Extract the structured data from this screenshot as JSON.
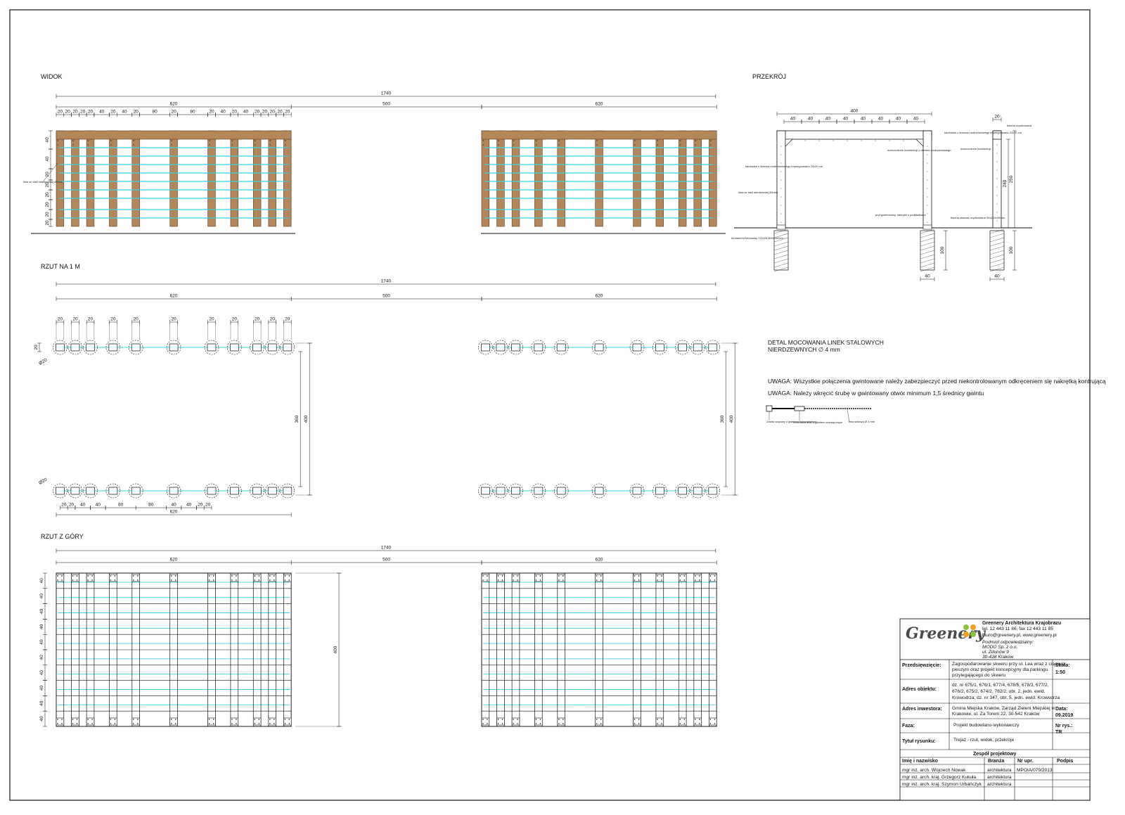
{
  "sections": {
    "widok": "WIDOK",
    "przekroj": "PRZEKRÓJ",
    "rzut1m": "RZUT NA 1 M",
    "rzutgora": "RZUT Z GÓRY",
    "detal_line1": "DETAL MOCOWANIA LINEK STALOWYCH",
    "detal_line2": "NIERDZEWNYCH ∅ 4 mm"
  },
  "notes": {
    "uwaga1": "UWAGA: Wszystkie połączenia gwintowane należy zabezpieczyć przed niekontrolowanym odkręceniem się nakrętką kontrującą",
    "uwaga2": "UWAGA: Należy wkręcić śrubę w gwintowany otwór minimum 1,5 średnicy gwintu"
  },
  "dims": {
    "total": "1740",
    "left": "620",
    "gap": "500",
    "right": "620",
    "top_segments": [
      "20",
      "20",
      "20",
      "20",
      "20",
      "40",
      "20",
      "40",
      "20",
      "80",
      "20",
      "80",
      "20",
      "40",
      "20",
      "40",
      "20",
      "20",
      "20",
      "20",
      "20"
    ],
    "plan_top_labels": [
      "20",
      "20",
      "20",
      "20",
      "20",
      "20",
      "20",
      "20",
      "20",
      "20",
      "20"
    ],
    "plan_bottom_segments": [
      "20",
      "20",
      "40",
      "40",
      "80",
      "80",
      "40",
      "40",
      "20",
      "20"
    ],
    "plan_bottom_total": "620",
    "vert_side": [
      "40",
      "40",
      "20",
      "20",
      "20",
      "20",
      "20",
      "20"
    ],
    "plan_left": "20",
    "plan_depth_inner": "360",
    "plan_depth_outer": "400",
    "top_rows": [
      "40",
      "40",
      "40",
      "40",
      "40",
      "40",
      "40",
      "40",
      "40",
      "40"
    ],
    "top_depth": "400",
    "section_width": "400",
    "section_segments": [
      "40",
      "40",
      "40",
      "40",
      "40",
      "40",
      "40",
      "40"
    ],
    "section_right_top": "20",
    "section_h1": "240",
    "section_h2": "250",
    "foot_h": "100",
    "foot_w": "40",
    "circle_label": "Ø20"
  },
  "section_labels": {
    "l1": "kantówka z drewna modrzewiowego impregnowana 20x20 cm",
    "l2": "linia ze stali nierdzewnej Ø4mm",
    "l3": "kantówka z drewna modrzewiowego impregnowana 20x20 cm",
    "l4": "wzmocnienie konstrukcji z drewna modrzewiowego",
    "l5": "pręt gwintowany, nakrętki z podkładkami",
    "l6": "fundament betonowy C20/25 Ø40x100cm",
    "l7": "blacha ocynkowana",
    "l8": "wzmocnienie konstrukcji",
    "l9": "blacha stalowa ocynkowana 30x110x30mm",
    "side_line": "linia ze stali nierdzewnej Ø4mm"
  },
  "detail_labels": {
    "a": "Zacisk wąsowy z gwintem wewnętrznym",
    "b": "Końcówka linki z gwintem zewnętrznym",
    "c": "linia stalowa Ø 4 mm"
  },
  "titleblock": {
    "brand": "Greenery",
    "company": "Greenery Architektura Krajobrazu",
    "tel": "tel. 12 443 11 86, fax 12 443 11 85",
    "email": "biuro@greenery.pl, www.greenery.pl",
    "podmiot_label": "Podmiot odpowiedzialny:",
    "podmiot_1": "MODO Sp. z o.o.",
    "podmiot_2": "ul. Zdunów 9",
    "podmiot_3": "30-428 Kraków",
    "przedsiewziecie_label": "Przedsięwzięcie:",
    "przedsiewziecie_1": "Zagospodarowanie skweru przy ul. Lea wraz z ciągiem",
    "przedsiewziecie_2": "pieszym oraz projekt koncepcyjny dla parkingu",
    "przedsiewziecie_3": "przylegającego do skweru",
    "skala_label": "Skala:",
    "skala": "1:50",
    "adres_label": "Adres obiektu:",
    "adres_1": "dz. nr 675/1, 676/1, 677/4, 678/5, 678/3, 677/2,",
    "adres_2": "676/2, 675/2, 674/2, 782/2, obr. 2, jedn. ewid.",
    "adres_3": "Krowodrza; dz. nr 347, obr. 5, jedn. ewid. Krowodrza",
    "inwestor_label": "Adres inwestora:",
    "inwestor_1": "Gmina Miejska Kraków, Zarząd Zieleni Miejskiej w",
    "inwestor_2": "Krakowie, ul. Za Torem 22, 30-542 Kraków",
    "data_label": "Data:",
    "data": "09.2019",
    "faza_label": "Faza:",
    "faza": "Projekt budowlano-wykonawczy",
    "nr_label": "Nr rys.:",
    "nr": "TR",
    "tytul_label": "Tytuł rysunku:",
    "tytul": "Trejaż - rzut, widok, przekroje",
    "zespol": "Zespół projektowy",
    "col_name": "Imię i nazwisko",
    "col_branza": "Branża",
    "col_nr": "Nr upr.",
    "col_podpis": "Podpis",
    "team": [
      {
        "name": "mgr inż. arch. Wojciech Nowak",
        "branza": "architektura",
        "nr": "MPOIA/079/2013"
      },
      {
        "name": "mgr inż. arch. kraj. Grzegorz Kukuła",
        "branza": "architektura",
        "nr": ""
      },
      {
        "name": "mgr inż. arch. kraj. Szymon Urbańczyk",
        "branza": "architektura",
        "nr": ""
      }
    ]
  },
  "colors": {
    "wood": "#b4875a",
    "wood_edge": "#5a3c22",
    "cable": "#3fd0e0",
    "line": "#111111"
  }
}
